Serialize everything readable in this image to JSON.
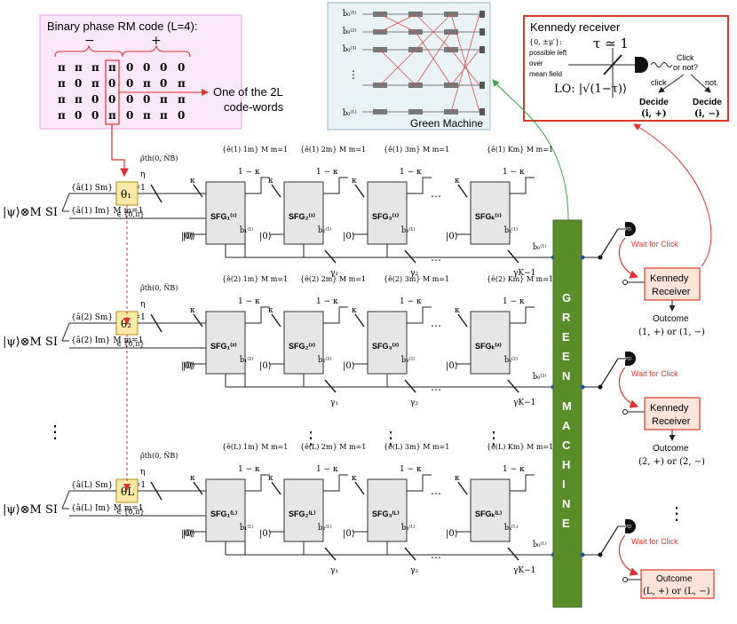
{
  "rm_box": {
    "title": "Binary phase RM code (L=4):",
    "minus_label": "−",
    "plus_label": "+",
    "matrix": [
      [
        "π",
        "π",
        "π",
        "π",
        "0",
        "0",
        "0",
        "0"
      ],
      [
        "π",
        "0",
        "π",
        "0",
        "0",
        "π",
        "0",
        "π"
      ],
      [
        "π",
        "π",
        "0",
        "0",
        "0",
        "0",
        "π",
        "π"
      ],
      [
        "π",
        "0",
        "0",
        "π",
        "0",
        "π",
        "π",
        "0"
      ]
    ],
    "annotation_line1": "One of the 2L",
    "annotation_line2": "code-words"
  },
  "green_machine_inset": {
    "caption": "Green Machine",
    "inputs": [
      "b̂₀⁽¹⁾",
      "b̂₀⁽²⁾",
      "b̂₀⁽³⁾",
      "⋮",
      "b̂₀⁽ᴸ⁾"
    ]
  },
  "kennedy_inset": {
    "title": "Kennedy receiver",
    "left_note": [
      "{0, ±μ′}:",
      "possible left",
      "over",
      "mean field"
    ],
    "tau": "τ ≃ 1",
    "lo_label": "LO: |√(1−τ)⟩",
    "click_question": [
      "Click",
      "or not?"
    ],
    "click_label": "click",
    "not_label": "not.",
    "decide_left": [
      "Decide",
      "(i, +)"
    ],
    "decide_right": [
      "Decide",
      "(i, −)"
    ]
  },
  "green_bar": {
    "letters": [
      "G",
      "R",
      "E",
      "E",
      "N",
      "M",
      "A",
      "C",
      "H",
      "I",
      "N",
      "E"
    ]
  },
  "rows": [
    {
      "psi": "|ψ⟩⊗M SI",
      "a_s": "{â(1) Sm} M m=1",
      "a_i": "{â(1) Im} M m=1",
      "theta": "θ₁",
      "theta_set": "∈ {0,π}",
      "rho": "ρ̂th(0, N̅B)",
      "eta": "η",
      "vac": "|0⟩",
      "sfg": [
        "SFG₁⁽¹⁾",
        "SFG₂⁽¹⁾",
        "SFG₃⁽¹⁾",
        "SFGₖ⁽¹⁾"
      ],
      "e_labels": [
        "{ê(1) 1m} M m=1",
        "{ê(1) 2m} M m=1",
        "{ê(1) 3m} M m=1",
        "{ê(1) Km} M m=1"
      ],
      "b_labels": [
        "b̂₁⁽¹⁾",
        "b̂₂⁽¹⁾",
        "b̂₃⁽¹⁾",
        "b̂ₖ⁽¹⁾"
      ],
      "b0": "b̂₀⁽¹⁾"
    },
    {
      "psi": "|ψ⟩⊗M SI",
      "a_s": "{â(2) Sm} M m=1",
      "a_i": "{â(2) Im} M m=1",
      "theta": "θ₂",
      "theta_set": "∈ {0,π}",
      "rho": "ρ̂th(0, N̅B)",
      "eta": "η",
      "vac": "|0⟩",
      "sfg": [
        "SFG₁⁽²⁾",
        "SFG₂⁽²⁾",
        "SFG₃⁽²⁾",
        "SFGₖ⁽²⁾"
      ],
      "e_labels": [
        "{ê(2) 1m} M m=1",
        "{ê(2) 2m} M m=1",
        "{ê(2) 3m} M m=1",
        "{ê(2) Km} M m=1"
      ],
      "b_labels": [
        "b̂₁⁽²⁾",
        "b̂₂⁽²⁾",
        "b̂₃⁽²⁾",
        "b̂ₖ⁽²⁾"
      ],
      "b0": "b̂₀⁽²⁾"
    },
    {
      "psi": "|ψ⟩⊗M SI",
      "a_s": "{â(L) Sm} M m=1",
      "a_i": "{â(L) Im} M m=1",
      "theta": "θL",
      "theta_set": "∈ {0,π}",
      "rho": "ρ̂th(0, N̅B)",
      "eta": "η",
      "vac": "|0⟩",
      "sfg": [
        "SFG₁⁽ᴸ⁾",
        "SFG₂⁽ᴸ⁾",
        "SFG₃⁽ᴸ⁾",
        "SFGₖ⁽ᴸ⁾"
      ],
      "e_labels": [
        "{ê(L) 1m} M m=1",
        "{ê(L) 2m} M m=1",
        "{ê(L) 3m} M m=1",
        "{ê(L) Km} M m=1"
      ],
      "b_labels": [
        "b̂₁⁽ᴸ⁾",
        "b̂₂⁽ᴸ⁾",
        "b̂₃⁽ᴸ⁾",
        "b̂ₖ⁽ᴸ⁾"
      ],
      "b0": "b̂₀⁽ᴸ⁾"
    }
  ],
  "common": {
    "kappa": "κ",
    "one_minus_kappa": "1 − κ",
    "gammas": [
      "γ₁",
      "γ₂",
      "γK−1"
    ],
    "dots_h": "…",
    "dots_v": "⋮"
  },
  "receivers": [
    {
      "pd": "PD",
      "wait": "Wait for Click",
      "kennedy": [
        "Kennedy",
        "Receiver"
      ],
      "outcome": [
        "Outcome",
        "(1, +) or (1, −)"
      ]
    },
    {
      "pd": "PD",
      "wait": "Wait for Click",
      "kennedy": [
        "Kennedy",
        "Receiver"
      ],
      "outcome": [
        "Outcome",
        "(2, +) or (2, −)"
      ]
    },
    {
      "pd": "PD",
      "wait": "Wait for Click",
      "outcome": [
        "Outcome",
        "(L, +) or (L, −)"
      ]
    }
  ],
  "colors": {
    "pink_box_fill": "#fde8fb",
    "pink_box_border": "#e8a0e0",
    "red_line": "#e03030",
    "theta_fill": "#fbe9a8",
    "sfg_fill": "#e6e6e6",
    "green_bar": "#5b8c2a",
    "green_line": "#3aa64a",
    "kennedy_fill": "#fde3d8",
    "kennedy_border": "#d83a2a",
    "inset_fill": "#e9f3f6"
  }
}
